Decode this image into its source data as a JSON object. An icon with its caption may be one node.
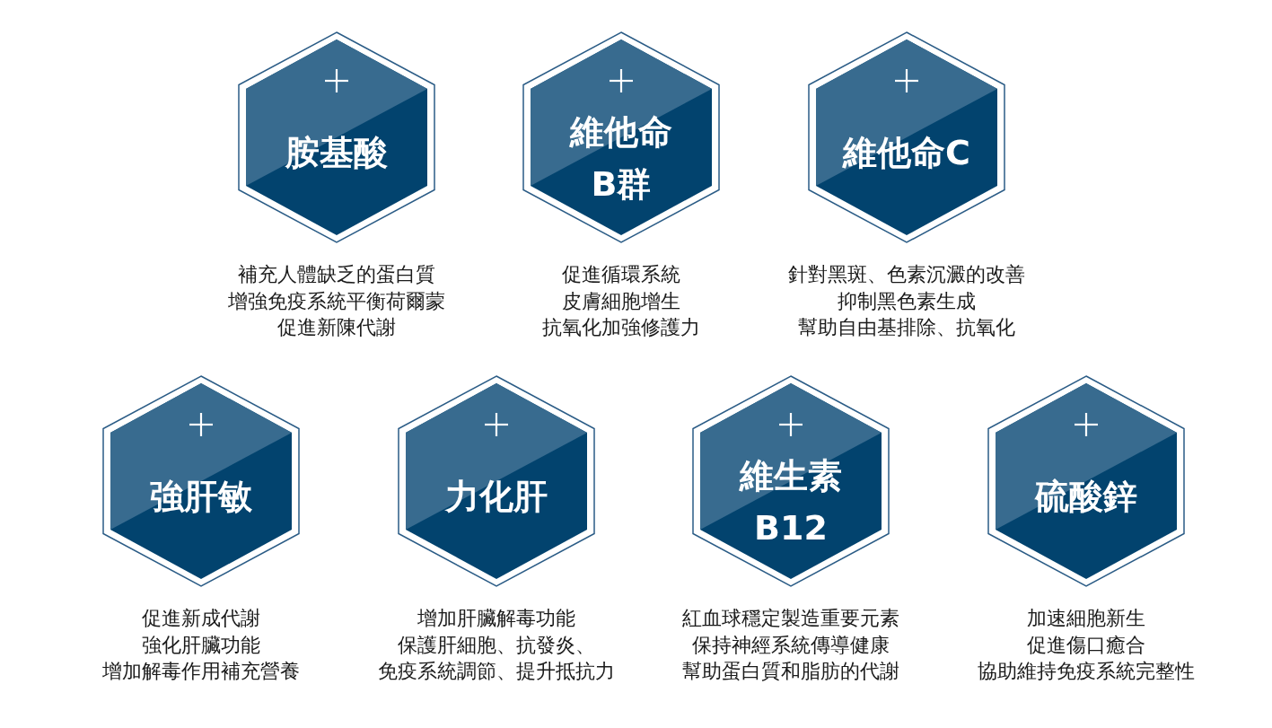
{
  "diagram": {
    "nodes": [
      {
        "text": [
          "胺基酸"
        ],
        "beside": [
          "補充人體缺乏的蛋白質",
          "增強免疫系統平衡荷爾蒙",
          "促進新陳代謝"
        ]
      },
      {
        "text": [
          "維他命B群"
        ],
        "beside": [
          "促進循環系統",
          "皮膚細胞增生",
          "抗氧化加強修護力"
        ]
      },
      {
        "text": [
          "維他命C"
        ],
        "beside": [
          "針對黑斑、色素沉澱的改善",
          "抑制黑色素生成",
          "幫助自由基排除、抗氧化"
        ]
      },
      {
        "text": [
          "強肝敏"
        ],
        "beside": [
          "促進新成代謝",
          "強化肝臟功能",
          "增加解毒作用補充營養"
        ]
      },
      {
        "text": [
          "力化肝"
        ],
        "beside": [
          "增加肝臟解毒功能",
          "保護肝細胞、抗發炎、",
          "免疫系統調節、提升抵抗力"
        ]
      },
      {
        "text": [
          "維生素B12"
        ],
        "beside": [
          "紅血球穩定製造重要元素",
          "保持神經系統傳導健康",
          "幫助蛋白質和脂肪的代謝"
        ]
      },
      {
        "text": [
          "硫酸鋅"
        ],
        "beside": [
          "加速細胞新生",
          "促進傷口癒合",
          "協助維持免疫系統完整性"
        ]
      }
    ]
  }
}
